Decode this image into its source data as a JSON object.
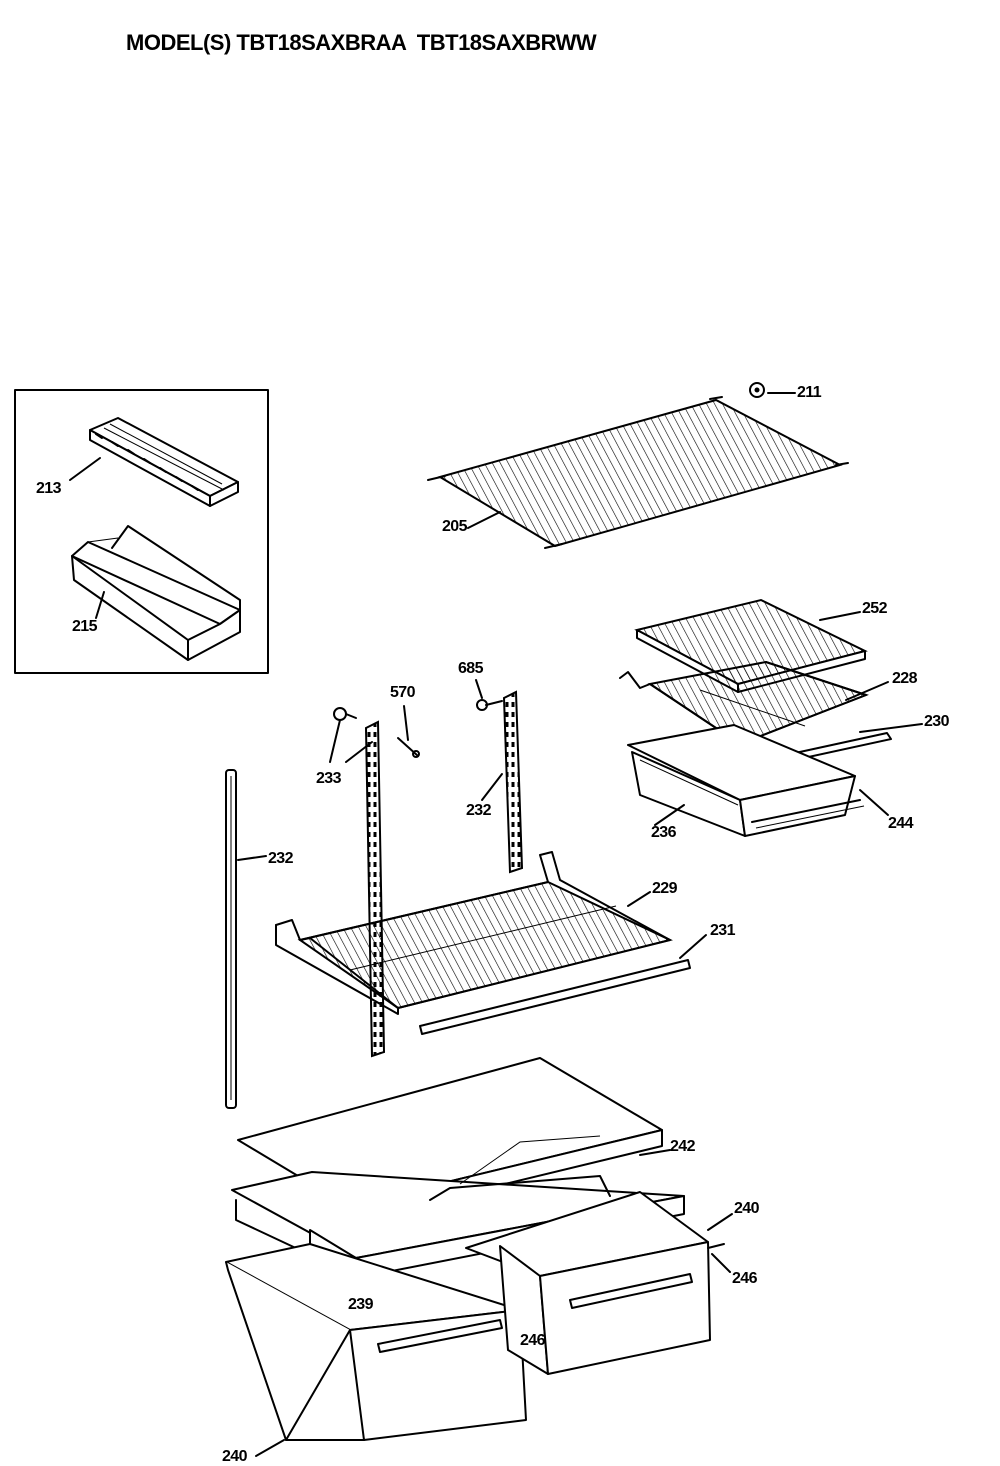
{
  "title": "MODEL(S) TBT18SAXBRAA  TBT18SAXBRWW",
  "callouts": {
    "c211": "211",
    "c213": "213",
    "c205": "205",
    "c215": "215",
    "c252": "252",
    "c685": "685",
    "c570": "570",
    "c228": "228",
    "c230": "230",
    "c233": "233",
    "c232a": "232",
    "c236": "236",
    "c244": "244",
    "c232b": "232",
    "c229": "229",
    "c231": "231",
    "c242": "242",
    "c240a": "240",
    "c246a": "246",
    "c239": "239",
    "c246b": "246",
    "c240b": "240"
  }
}
